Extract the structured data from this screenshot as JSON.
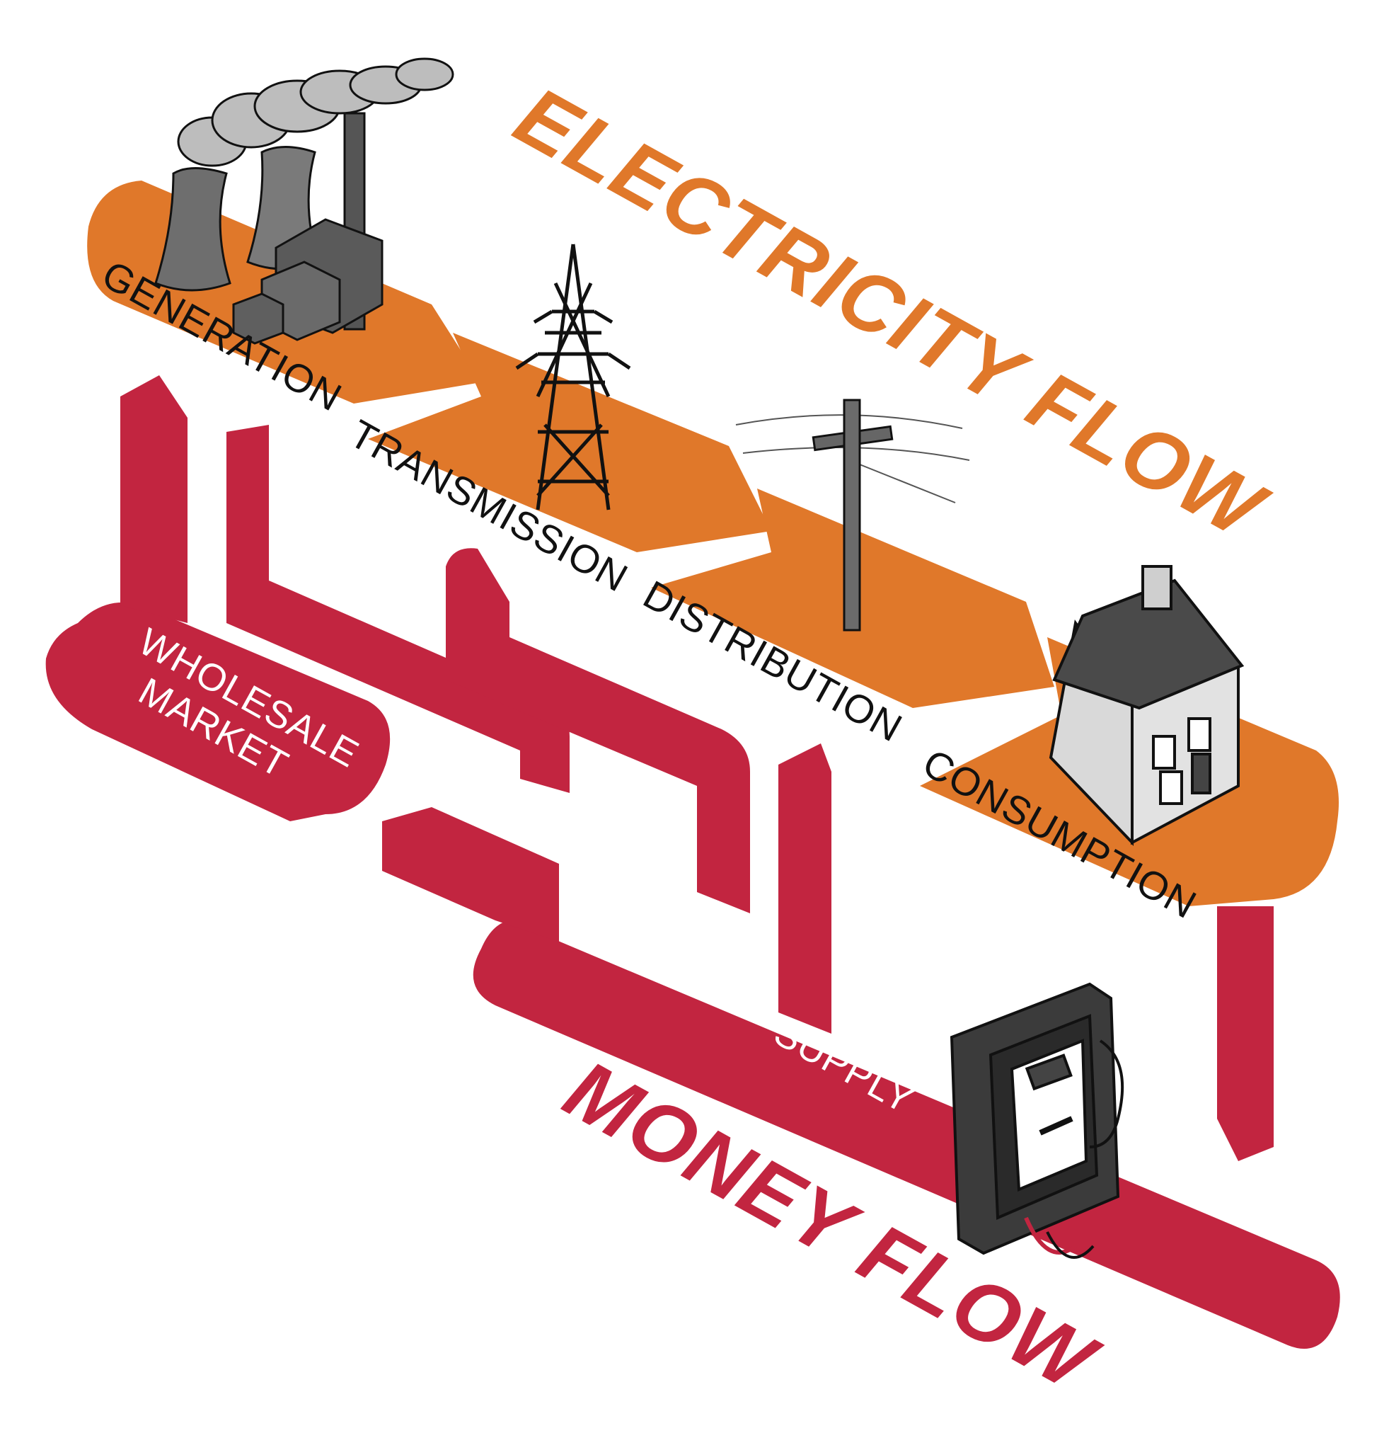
{
  "titles": {
    "electricity_flow": "ELECTRICITY FLOW",
    "money_flow": "MONEY FLOW"
  },
  "stages": {
    "generation": "GENERATION",
    "transmission": "TRANSMISSION",
    "distribution": "DISTRIBUTION",
    "consumption": "CONSUMPTION"
  },
  "money_nodes": {
    "wholesale_line1": "WHOLESALE",
    "wholesale_line2": "MARKET",
    "supply": "SUPPLY"
  },
  "colors": {
    "electricity": "#e0782a",
    "money": "#c22540",
    "stage_text": "#111111",
    "money_text": "#ffffff"
  },
  "icons": [
    "power-plant-icon",
    "pylon-icon",
    "utility-pole-icon",
    "house-icon",
    "electricity-meter-icon"
  ]
}
